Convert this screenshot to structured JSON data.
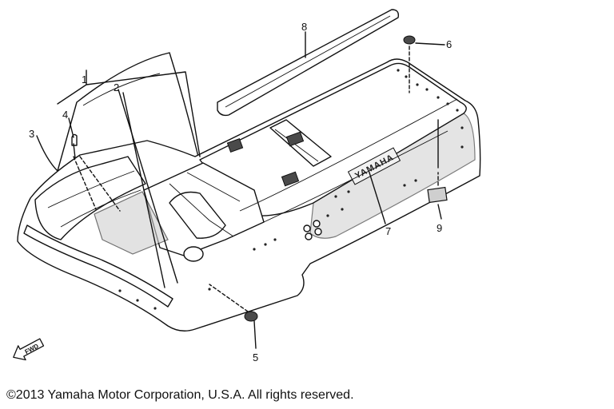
{
  "diagram": {
    "callouts": [
      {
        "id": "1",
        "text": "1"
      },
      {
        "id": "2",
        "text": "2"
      },
      {
        "id": "3",
        "text": "3"
      },
      {
        "id": "4",
        "text": "4"
      },
      {
        "id": "5",
        "text": "5"
      },
      {
        "id": "6",
        "text": "6"
      },
      {
        "id": "7",
        "text": "7"
      },
      {
        "id": "8",
        "text": "8"
      },
      {
        "id": "9",
        "text": "9"
      }
    ],
    "fwd_label": "FWD",
    "brand_decal": "YAMAHA"
  },
  "footer": {
    "copyright": "©2013 Yamaha Motor Corporation, U.S.A. All rights reserved."
  }
}
